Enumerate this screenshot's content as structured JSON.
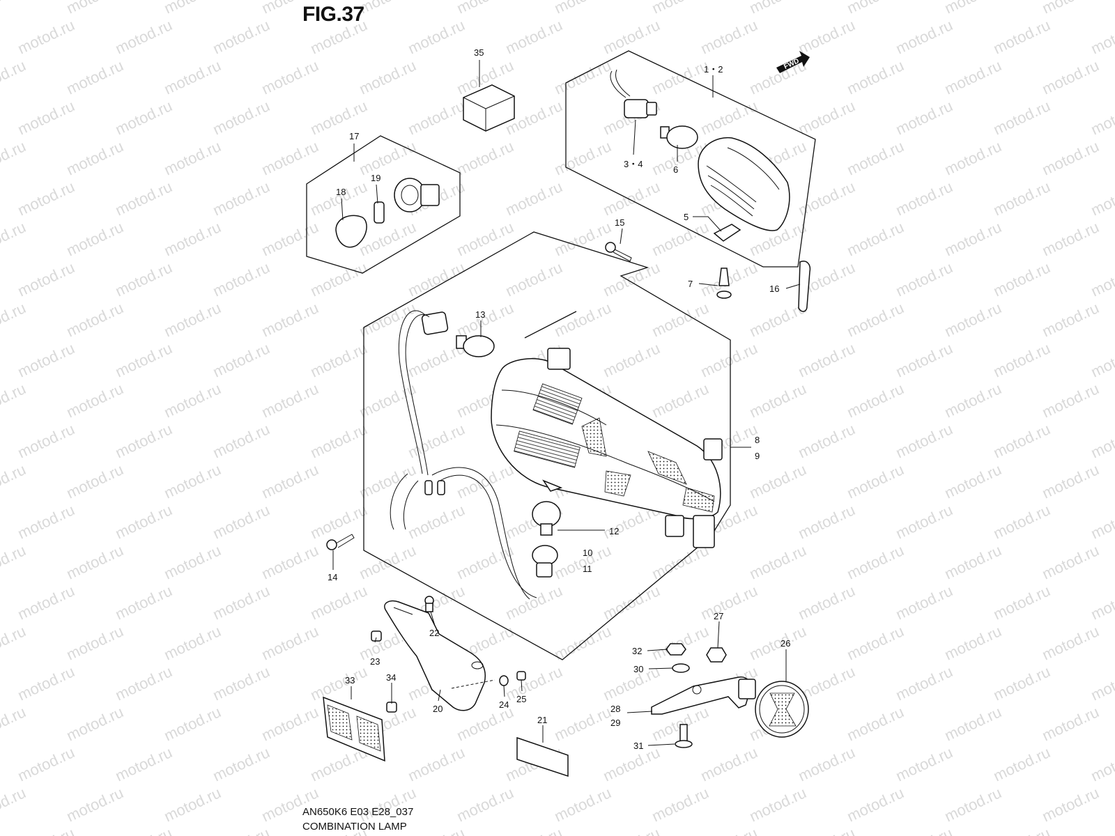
{
  "figure": {
    "title": "FIG.37",
    "code": "AN650K6 E03 E28_037",
    "name": "COMBINATION LAMP"
  },
  "watermark": "motod.ru",
  "fwd_badge": "FWD",
  "labels": {
    "l1_2": "1・2",
    "l3_4": "3・4",
    "l5": "5",
    "l6": "6",
    "l7": "7",
    "l8": "8",
    "l9": "9",
    "l10": "10",
    "l11": "11",
    "l12": "12",
    "l13": "13",
    "l14": "14",
    "l15": "15",
    "l16": "16",
    "l17": "17",
    "l18": "18",
    "l19": "19",
    "l20": "20",
    "l21": "21",
    "l22": "22",
    "l23": "23",
    "l24": "24",
    "l25": "25",
    "l26": "26",
    "l27": "27",
    "l28": "28",
    "l29": "29",
    "l30": "30",
    "l31": "31",
    "l32": "32",
    "l33": "33",
    "l34": "34",
    "l35": "35"
  }
}
